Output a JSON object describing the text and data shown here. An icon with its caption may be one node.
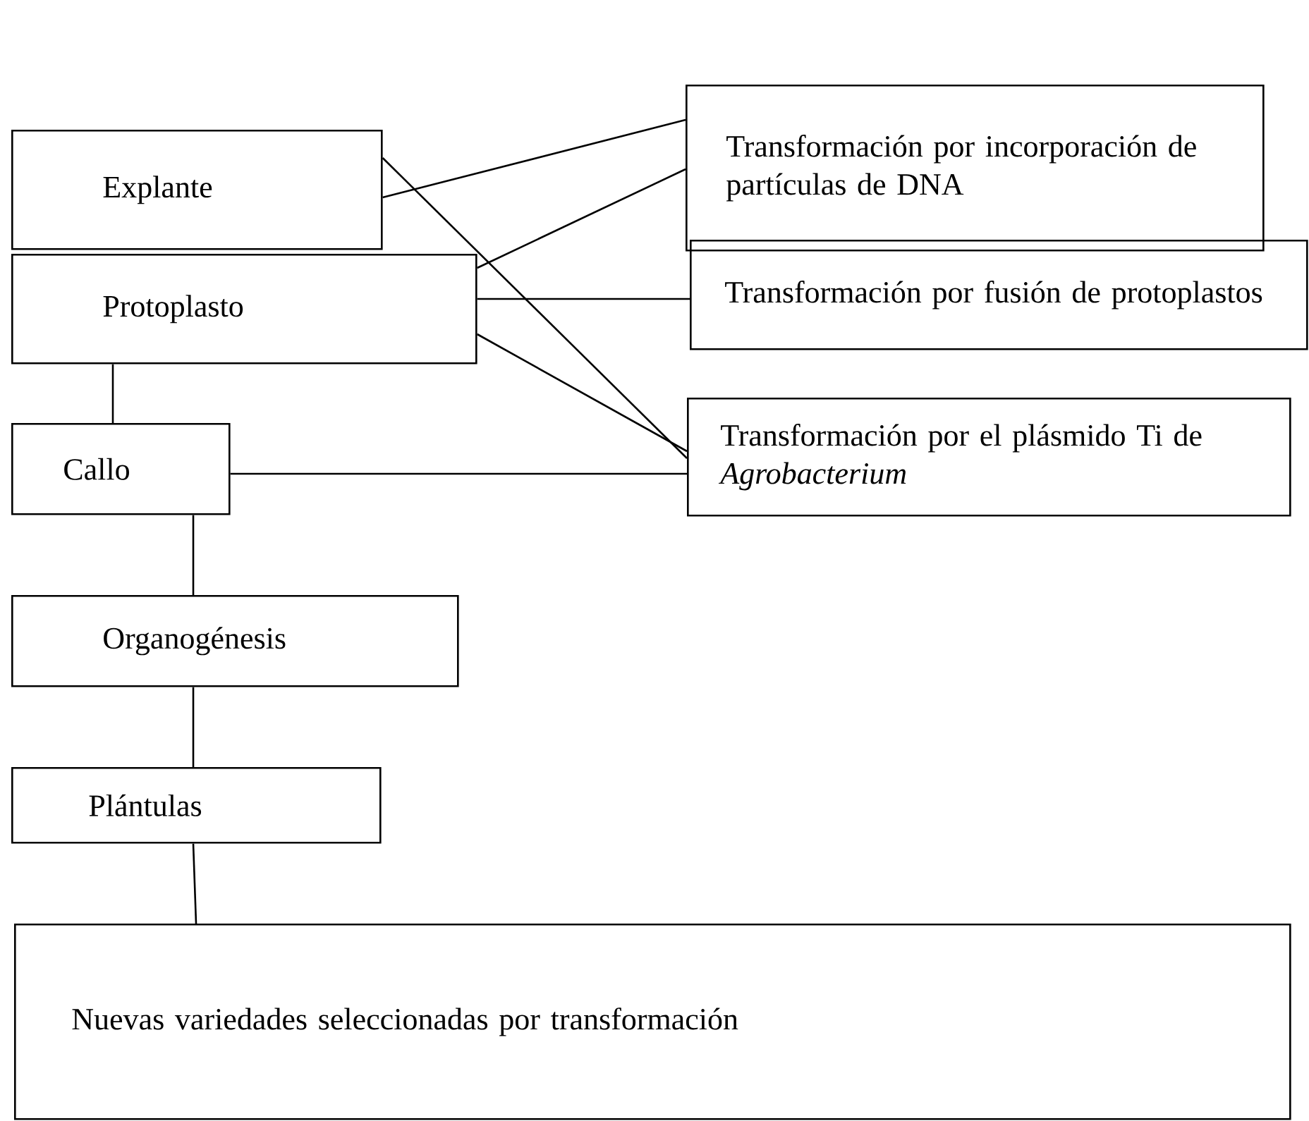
{
  "diagram": {
    "nodes": [
      {
        "text": [
          "Explante"
        ]
      },
      {
        "text": [
          "Protoplasto"
        ]
      },
      {
        "text": [
          "Callo"
        ]
      },
      {
        "text": [
          "Organogénesis"
        ]
      },
      {
        "text": [
          "Plántulas"
        ]
      },
      {
        "text": [
          "Nuevas variedades seleccionadas por transformación"
        ]
      },
      {
        "text": [
          "Transformación por incorporación de partículas de DNA"
        ]
      },
      {
        "text": [
          "Transformación por fusión de protoplastos"
        ]
      },
      {
        "text": [
          "Transformación por el plásmido Ti de *Agrobacterium*"
        ]
      }
    ],
    "edges": [
      {
        "from": 0,
        "to": 6,
        "arrow": "none"
      },
      {
        "from": 0,
        "to": 8,
        "arrow": "none"
      },
      {
        "from": 1,
        "to": 6,
        "arrow": "none"
      },
      {
        "from": 1,
        "to": 7,
        "arrow": "none"
      },
      {
        "from": 1,
        "to": 8,
        "arrow": "none"
      },
      {
        "from": 1,
        "to": 2,
        "arrow": "none"
      },
      {
        "from": 2,
        "to": 8,
        "arrow": "none"
      },
      {
        "from": 2,
        "to": 3,
        "arrow": "none"
      },
      {
        "from": 3,
        "to": 4,
        "arrow": "none"
      },
      {
        "from": 4,
        "to": 5,
        "arrow": "none"
      }
    ]
  }
}
